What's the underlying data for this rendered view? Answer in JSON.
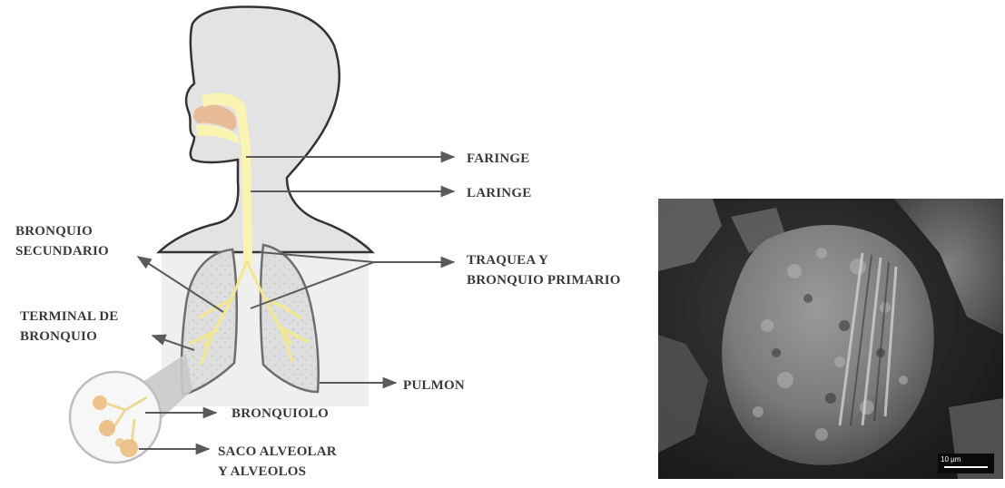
{
  "labels": {
    "faringe": "FARINGE",
    "laringe": "LARINGE",
    "bronquio_secundario": [
      "BRONQUIO",
      "SECUNDARIO"
    ],
    "traquea": [
      "TRAQUEA Y",
      "BRONQUIO PRIMARIO"
    ],
    "terminal_bronquio": [
      "TERMINAL DE",
      "BRONQUIO"
    ],
    "pulmon": "PULMON",
    "bronquiolo": "BRONQUIOLO",
    "saco_alveolar": [
      "SACO ALVEOLAR",
      "Y ALVEOLOS"
    ]
  },
  "micrograph": {
    "scale_bar": "10 µm"
  },
  "colors": {
    "airway": "#fbf4b0",
    "nasal": "#e8b48a",
    "body_fill": "#e3e3e3",
    "body_outline": "#333333",
    "lung_fill": "#dcdcdc",
    "lung_outline": "#6a6a6a",
    "arrow": "#5a5a5a",
    "alveoli": "#ebb97a"
  }
}
